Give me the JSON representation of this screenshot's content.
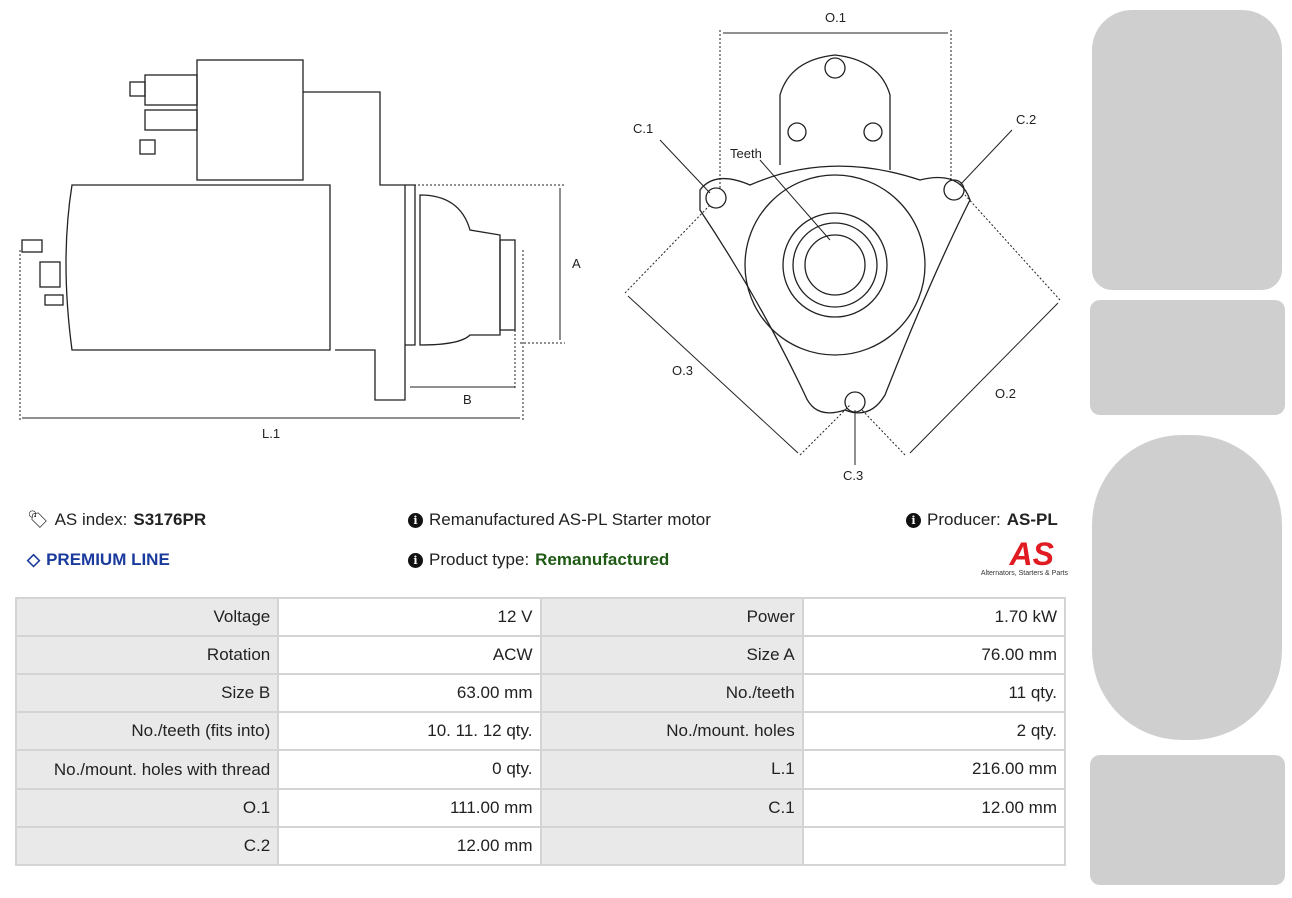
{
  "diagram_labels": {
    "a": "A",
    "b": "B",
    "l1": "L.1",
    "o1": "O.1",
    "o2": "O.2",
    "o3": "O.3",
    "c1": "C.1",
    "c2": "C.2",
    "c3": "C.3",
    "teeth": "Teeth"
  },
  "info": {
    "as_index_label": "AS index:",
    "as_index_value": "S3176PR",
    "premium": "PREMIUM LINE",
    "description": "Remanufactured AS-PL Starter motor",
    "product_type_label": "Product type:",
    "product_type_value": "Remanufactured",
    "producer_label": "Producer:",
    "producer_value": "AS-PL",
    "logo_text": "AS",
    "logo_tagline": "Alternators, Starters & Parts"
  },
  "colors": {
    "premium": "#1a3a9c",
    "product_type": "#1e5a14",
    "logo": "#e01b22"
  },
  "specs": [
    [
      "Voltage",
      "12 V",
      "Power",
      "1.70 kW"
    ],
    [
      "Rotation",
      "ACW",
      "Size A",
      "76.00 mm"
    ],
    [
      "Size B",
      "63.00 mm",
      "No./teeth",
      "11 qty."
    ],
    [
      "No./teeth (fits into)",
      "10. 11. 12 qty.",
      "No./mount. holes",
      "2 qty."
    ],
    [
      "No./mount. holes with thread",
      "0 qty.",
      "L.1",
      "216.00 mm"
    ],
    [
      "O.1",
      "111.00 mm",
      "C.1",
      "12.00 mm"
    ],
    [
      "C.2",
      "12.00 mm",
      "",
      ""
    ]
  ]
}
